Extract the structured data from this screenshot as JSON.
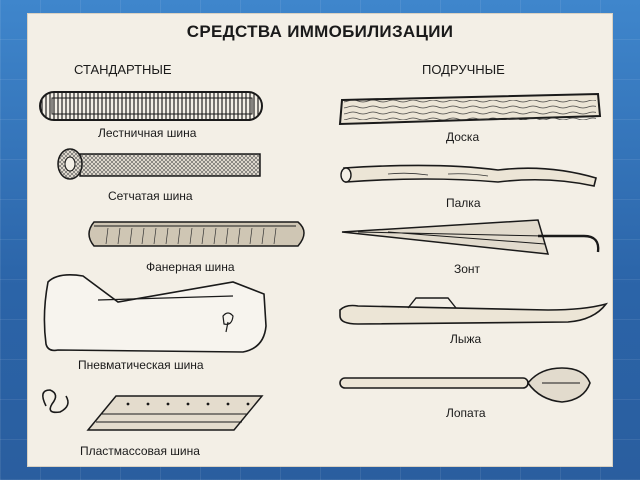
{
  "title": "СРЕДСТВА ИММОБИЛИЗАЦИИ",
  "columns": {
    "left": "СТАНДАРТНЫЕ",
    "right": "ПОДРУЧНЫЕ"
  },
  "standard_items": [
    {
      "label": "Лестничная шина",
      "icon": "ladder-splint-icon"
    },
    {
      "label": "Сетчатая шина",
      "icon": "mesh-splint-icon"
    },
    {
      "label": "Фанерная шина",
      "icon": "plywood-splint-icon"
    },
    {
      "label": "Пневматическая шина",
      "icon": "pneumatic-splint-icon"
    },
    {
      "label": "Пластмассовая шина",
      "icon": "plastic-splint-icon"
    }
  ],
  "improvised_items": [
    {
      "label": "Доска",
      "icon": "board-icon"
    },
    {
      "label": "Палка",
      "icon": "stick-icon"
    },
    {
      "label": "Зонт",
      "icon": "umbrella-icon"
    },
    {
      "label": "Лыжа",
      "icon": "ski-icon"
    },
    {
      "label": "Лопата",
      "icon": "shovel-icon"
    }
  ],
  "colors": {
    "background": "#2f6fb3",
    "sheet": "#f3efe6",
    "ink": "#1a1a1a"
  }
}
